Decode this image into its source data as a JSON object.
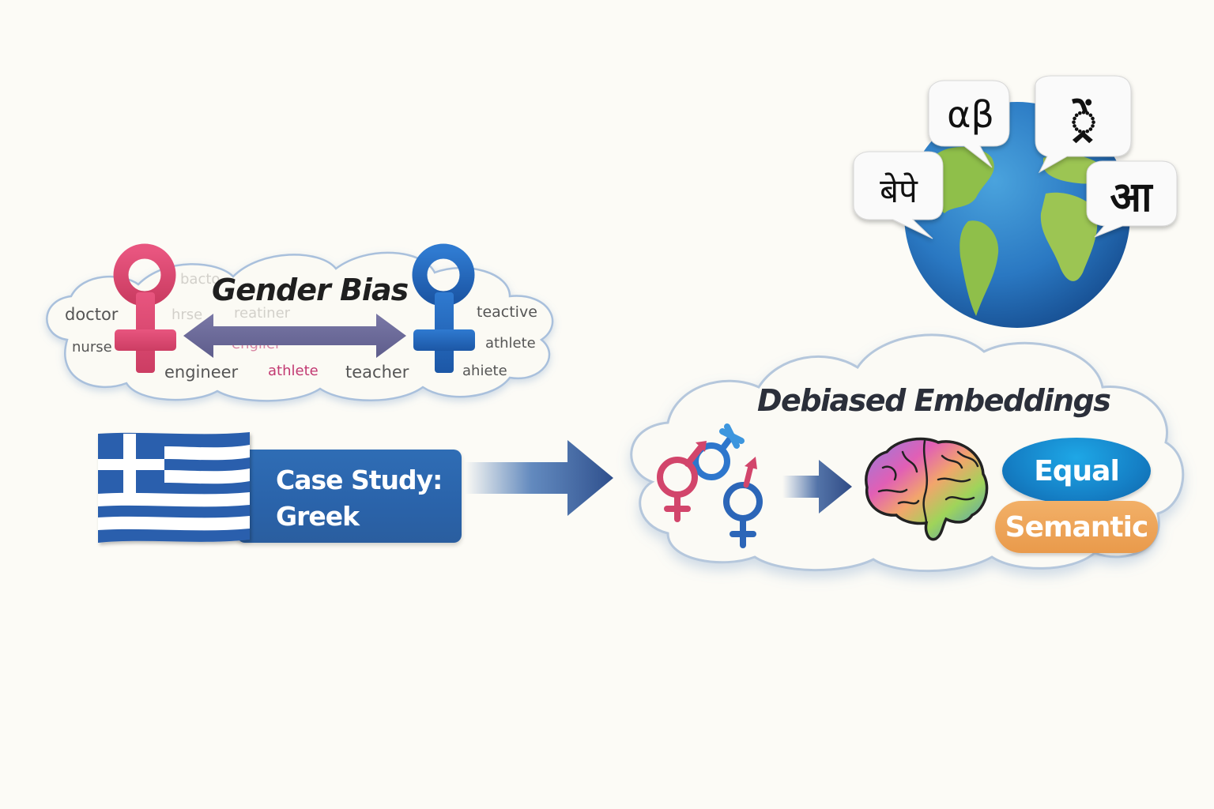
{
  "gender_bias": {
    "title": "Gender Bias",
    "female_symbol_color": "#d9466e",
    "male_side_symbol_color": "#2363b3",
    "arrow_color": "#6b6b96",
    "words_left": [
      "doctor",
      "nurse"
    ],
    "words_bottom": [
      "engineer",
      "athlete",
      "teacher"
    ],
    "words_right": [
      "teactive",
      "athlete",
      "ahiete"
    ],
    "faint_words": [
      "bacto",
      "hrse",
      "reatiner",
      "engiler"
    ]
  },
  "languages": {
    "icon": "globe-icon",
    "bubbles": [
      "αβ",
      "्रें",
      "बेपे",
      "आ"
    ]
  },
  "case_study": {
    "line1": "Case Study:",
    "line2": "Greek",
    "flag": "greek-flag",
    "box_color": "#2c67ae"
  },
  "debiased": {
    "title": "Debiased Embeddings",
    "icon_symbols": "gender-symbols-icon",
    "icon_brain": "brain-icon",
    "label_equal": "Equal",
    "label_semantic": "Semantic",
    "equal_color": "#1580c6",
    "semantic_color": "#eba257"
  },
  "flow_arrow_color": "#2f4f8c"
}
